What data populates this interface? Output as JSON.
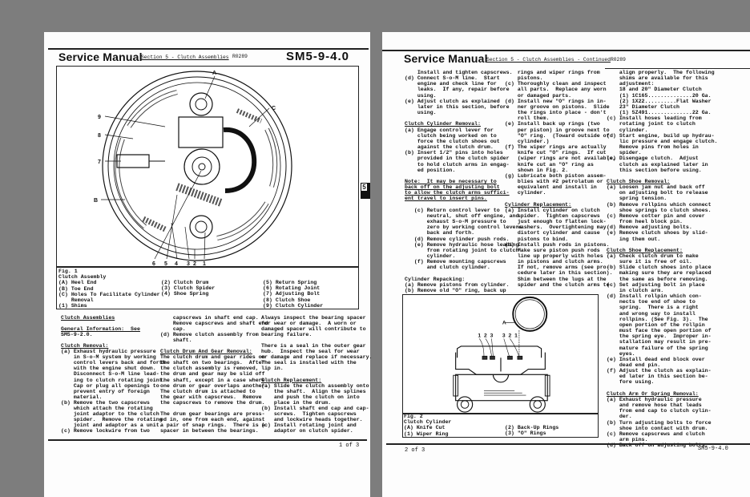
{
  "page1": {
    "header": {
      "title": "Service Manual",
      "section": "Section 5 - Clutch Assemblies",
      "code": "R0289",
      "doc_number": "SM5-9-4.0"
    },
    "tab_label": "5",
    "figure": {
      "callouts": [
        "A",
        "C",
        "9",
        "8",
        "7",
        "B",
        "6",
        "5",
        "4",
        "3",
        "2",
        "1"
      ],
      "caption_col1": [
        "Fig. 1",
        "Clutch Assembly",
        "(A) Heel End",
        "(B) Toe End",
        "(C) Holes To Facilitate Cylinder",
        "    Removal",
        "(1) Shims"
      ],
      "caption_col2": [
        "(2) Clutch Drum",
        "(3) Clutch Spider",
        "(4) Shoe Spring"
      ],
      "caption_col3": [
        "(5) Return Spring",
        "(6) Rotating Joint",
        "(7) Adjusting Bolt",
        "(8) Clutch Shoe",
        "(9) Clutch Cylinder"
      ]
    },
    "col1": [
      {
        "h": "Clutch Assemblies"
      },
      "",
      {
        "h": "General Information:  See"
      },
      "SM5-9-2.0.",
      "",
      {
        "h": "Clutch Removal:"
      },
      "(a) Exhaust hydraulic pressure",
      "    in S-o-M system by working",
      "    control levers back and forth",
      "    with the engine shut down.",
      "    Disconnect S-o-M line lead-",
      "    ing to clutch rotating joint.",
      "    Cap or plug all openings to",
      "    prevent entry of foreign",
      "    material.",
      "(b) Remove the two capscrews",
      "    which attach the rotating",
      "    joint adaptor to the clutch",
      "    spider.  Remove the rotating",
      "    joint and adaptor as a unit.",
      "(c) Remove lockwire from two"
    ],
    "col2": [
      "    capscrews in shaft end cap.",
      "    Remove capscrews and shaft end",
      "    cap.",
      "(d) Remove clutch assembly from",
      "    shaft.",
      "",
      {
        "h": "Clutch Drum And Gear Removal:"
      },
      "The clutch drum and gear rides on",
      "the shaft on two bearings.  After",
      "the clutch assembly is removed,",
      "the drum and gear may be slid off",
      "the shaft, except in a case where",
      "one drum or gear overlaps another.",
      "The clutch drum is attached to",
      "the gear with capscrews.  Remove",
      "the capscrews to remove the drum.",
      "",
      "The drum gear bearings are press-",
      "ed in, one from each end, against",
      "a pair of snap rings.  There is a",
      "spacer in between the bearings."
    ],
    "col3": [
      "Always inspect the bearing spacer",
      "for wear or damage.  A worn or",
      "damaged spacer will contribute to",
      "bearing failure.",
      "",
      "There is a seal in the outer gear",
      "hub.  Inspect the seal for wear",
      "or damage and replace if necessary.",
      "The seal is installed with the",
      "lip in.",
      "",
      {
        "h": "Clutch Replacement:"
      },
      "(a) Slide the clutch assembly onto",
      "    the shaft.  Align the splines",
      "    and push the clutch on into",
      "    place in the drum.",
      "(b) Install shaft end cap and cap-",
      "    screws.  Tighten capscrews",
      "    and lockwire heads together.",
      "(c) Install rotating joint and",
      "    adaptor on clutch spider."
    ],
    "footer": "1 of 3"
  },
  "page2": {
    "header": {
      "title": "Service Manual",
      "section": "Section 5 - Clutch Assemblies - Continued",
      "code": "R0289"
    },
    "col1": [
      "    Install and tighten capscrews.",
      "(d) Connect S-o-M line.  Start",
      "    engine and check line for",
      "    leaks.  If any, repair before",
      "    using.",
      "(e) Adjust clutch as explained",
      "    later in this section, before",
      "    using.",
      "",
      {
        "h": "Clutch Cylinder Removal:"
      },
      "(a) Engage control lever for",
      "    clutch being worked on to",
      "    force the clutch shoes out",
      "    against the clutch drum.",
      "(b) Insert 1/2\" pins into holes",
      "    provided in the clutch spider",
      "    to hold clutch arms in engag-",
      "    ed position.",
      "",
      {
        "h": "Note:  It may be necessary to"
      },
      {
        "h": "back off on the adjusting bolt"
      },
      {
        "h": "to allow the clutch arms suffici-"
      },
      {
        "h": "ent travel to insert pins."
      },
      "",
      "   (c) Return control lever to",
      "       neutral, shut off engine, and",
      "       exhaust S-o-M pressure to",
      "       zero by working control levers",
      "       back and forth.",
      "   (d) Remove cylinder push rods.",
      "   (e) Remove hydraulic hose leading",
      "       from rotating joint to clutch",
      "       cylinder.",
      "   (f) Remove mounting capscrews",
      "       and clutch cylinder.",
      "",
      "Cylinder Repacking:",
      "(a) Remove pistons from cylinder.",
      "(b) Remove old \"O\" ring, back up"
    ],
    "col2": [
      "    rings and wiper rings from",
      "    pistons.",
      "(c) Thoroughly clean and inspect",
      "    all parts.  Replace any worn",
      "    or damaged parts.",
      "(d) Install new \"O\" rings in in-",
      "    ner groove on pistons.  Slide",
      "    the rings into place - don't",
      "    roll them.",
      "(e) Install back up rings (two",
      "    per piston) in groove next to",
      "    \"O\" ring.  (Toward outside of",
      "    cylinder.)",
      "(f) The wiper rings are actually",
      "    knife cut \"O\" rings.  If cut",
      "    (wiper rings are not available,",
      "    knife cut an \"O\" ring as",
      "    shown in Fig. 2.",
      "(g) Lubricate both piston assem-",
      "    blies with #2 petrolatum or",
      "    equivalent and install in",
      "    cylinder.",
      "",
      {
        "h": "Cylinder Replacement:"
      },
      "(a) Install cylinder on clutch",
      "    spider.  Tighten capscrews",
      "    just enough to flatten lock-",
      "    washers.  Overtightening may",
      "    distort cylinder and cause",
      "    pistons to bind.",
      "(b) Install push rods in pistons.",
      "    Make sure piston push rods",
      "    line up properly with holes",
      "    in pistons and clutch arms.",
      "    If not, remove arms (see pro-",
      "    cedure later in this section).",
      "    Shim between the lugs at the",
      "    spider and the clutch arms to"
    ],
    "col3": [
      "    align properly.  The following",
      "    shims are available for this",
      "    adjustment:",
      "    18 and 20\" Diameter Clutch",
      "    (1) 1C165..............20 Ga.",
      "    (2) 1X22..........Flat Washer",
      "    23\" Diameter Clutch",
      "    (1) 5Z491..............22 Ga.",
      "(c) Install hoses leading from",
      "    rotating joint to clutch",
      "    cylinder.",
      "(d) Start engine, build up hydrau-",
      "    lic pressure and engage clutch.",
      "    Remove pins from holes in",
      "    spider.",
      "(e) Disengage clutch.  Adjust",
      "    clutch as explained later in",
      "    this section before using.",
      "",
      {
        "h": "Clutch Shoe Removal:"
      },
      "(a) Loosen jam nut and back off",
      "    on adjusting bolt to release",
      "    spring tension.",
      "(b) Remove rollpins which connect",
      "    shoe springs to clutch shoes.",
      "(c) Remove cotter pin and cover",
      "    from heel block pin.",
      "(d) Remove adjusting bolts.",
      "(e) Remove clutch shoes by slid-",
      "    ing them out.",
      "",
      {
        "h": "Clutch Shoe Replacement:"
      },
      "(a) Check clutch drum to make",
      "    sure it is free of oil.",
      "(b) Slide clutch shoes into place",
      "    making sure they are replaced",
      "    the same as before removing.",
      "(c) Set adjusting bolt in place",
      "    in clutch arm.",
      "(d) Install rollpin which con-",
      "    nects toe end of shoe to",
      "    spring.  There is a right",
      "    and wrong way to install",
      "    rollpins. (See Fig. 3).  The",
      "    open portion of the rollpin",
      "    must face the open portion of",
      "    the spring eye.  Improper in-",
      "    stallation may result in pre-",
      "    mature failure of the spring",
      "    eyes.",
      "(e) Install dead end block over",
      "    dead end pin.",
      "(f) Adjust the clutch as explain-",
      "    ed later in this section be-",
      "    fore using.",
      "",
      {
        "h": "Clutch Arm Or Spring Removal:"
      },
      "(a) Exhaust hydraulic pressure",
      "    and remove hose that leads",
      "    from end cap to clutch cylin-",
      "    der.",
      "(b) Turn adjusting bolts to force",
      "    shoe into contact with drum.",
      "(c) Remove capscrews and clutch",
      "    arm pins.",
      "(d) Back off on adjusting bolts."
    ],
    "figure": {
      "callouts": [
        "A",
        "1",
        "2",
        "3",
        "3",
        "2",
        "1"
      ],
      "caption_col1": [
        "Fig. 2",
        "Clutch Cylinder",
        "(A) Knife Cut",
        "(1) Wiper Ring"
      ],
      "caption_col2": [
        "(2) Back-Up Rings",
        "(3) \"O\" Rings"
      ]
    },
    "footer_left": "2 of 3",
    "footer_right": "SM5-9-4.0"
  }
}
